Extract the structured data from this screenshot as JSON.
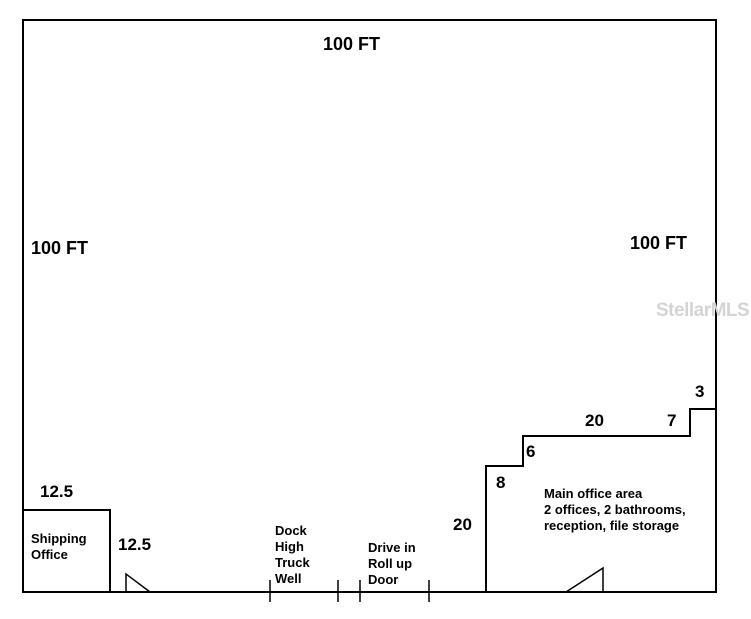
{
  "dimensions": {
    "top": "100 FT",
    "left": "100 FT",
    "right": "100 FT",
    "shipping_width": "12.5",
    "shipping_depth": "12.5",
    "office_left": "20",
    "office_step_1": "8",
    "office_step_2": "6",
    "office_top": "20",
    "office_step_3": "7",
    "office_step_4": "3"
  },
  "rooms": {
    "shipping_office": [
      "Shipping",
      "Office"
    ],
    "main_office": [
      "Main office area",
      "2 offices, 2 bathrooms,",
      "reception, file storage"
    ]
  },
  "doors": {
    "dock": [
      "Dock",
      "High",
      "Truck",
      "Well"
    ],
    "drive_in": [
      "Drive in",
      "Roll up",
      "Door"
    ]
  },
  "watermark": "StellarMLS"
}
